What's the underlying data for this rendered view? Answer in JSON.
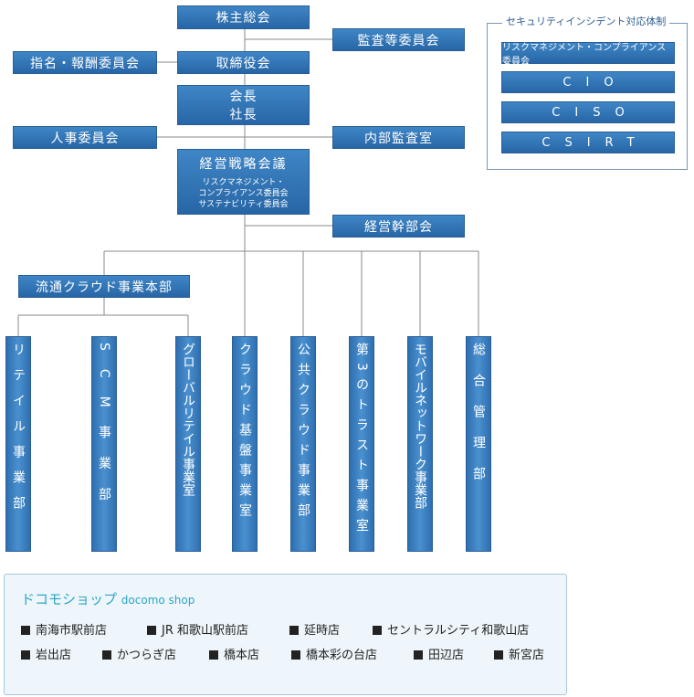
{
  "org": {
    "shareholders": "株主総会",
    "audit_committee": "監査等委員会",
    "nomination": "指名・報酬委員会",
    "board": "取締役会",
    "chairman": "会長",
    "president": "社長",
    "hr_committee": "人事委員会",
    "internal_audit": "内部監査室",
    "strategy_title": "経営戦略会議",
    "strategy_sub1": "リスクマネジメント・",
    "strategy_sub2": "コンプライアンス委員会",
    "strategy_sub3": "サステナビリティ委員会",
    "exec_committee": "経営幹部会",
    "distribution_hq": "流通クラウド事業本部"
  },
  "divisions": [
    "リテイル事業部",
    "SCM事業部",
    "グローバルリテイル事業室",
    "クラウド基盤事業室",
    "公共クラウド事業部",
    "第3のトラスト事業室",
    "モバイルネットワーク事業部",
    "総合管理部"
  ],
  "security": {
    "title": "セキュリティインシデント対応体制",
    "items": [
      "リスクマネジメント・コンプライアンス委員会",
      "CIO",
      "CISO",
      "CSIRT"
    ]
  },
  "shop": {
    "title_jp": "ドコモショップ",
    "title_en": "docomo shop",
    "stores": [
      "南海市駅前店",
      "JR 和歌山駅前店",
      "延時店",
      "セントラルシティ和歌山店",
      "岩出店",
      "かつらぎ店",
      "橋本店",
      "橋本彩の台店",
      "田辺店",
      "新宮店"
    ]
  },
  "colors": {
    "box": "#2f75b8",
    "line": "#8a8a8a",
    "shop_title": "#2aa6c8"
  }
}
